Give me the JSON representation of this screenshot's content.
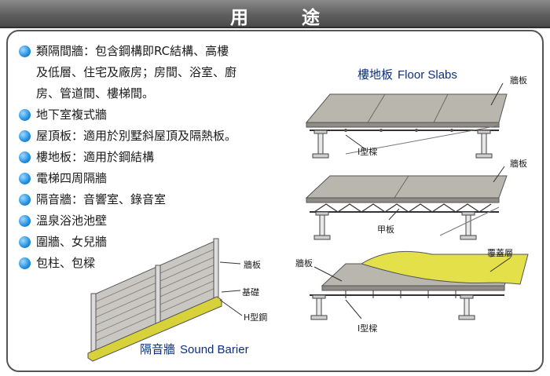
{
  "header": {
    "title": "用途"
  },
  "uses": [
    "類隔間牆：包含鋼構即RC結構、高樓",
    "及低層、住宅及廠房；房間、浴室、廚",
    "房、管道間、樓梯間。",
    "地下室複式牆",
    "屋頂板：適用於別墅斜屋頂及隔熱板。",
    "樓地板：適用於鋼結構",
    "電梯四周隔牆",
    "隔音牆：音響室、錄音室",
    "溫泉浴池池壁",
    "圍牆、女兒牆",
    "包柱、包樑"
  ],
  "bullets": [
    true,
    false,
    false,
    true,
    true,
    true,
    true,
    true,
    true,
    true,
    true
  ],
  "floor": {
    "title_zh": "樓地板",
    "title_en": "Floor Slabs",
    "top_wall": "牆板",
    "top_beam": "I型樑",
    "mid_wall": "牆板",
    "mid_deck": "甲板",
    "bot_cover": "覆蓋層",
    "bot_wall": "牆板",
    "bot_beam": "I型樑"
  },
  "sound": {
    "wall": "牆板",
    "base": "基礎",
    "steel": "H型鋼",
    "title_zh": "隔音牆",
    "title_en": "Sound Barier"
  },
  "colors": {
    "bullet": "#1f8fe0",
    "caption": "#0b2f7a",
    "cover": "#e3e04a",
    "panel_gray": "#b9b6ae"
  }
}
